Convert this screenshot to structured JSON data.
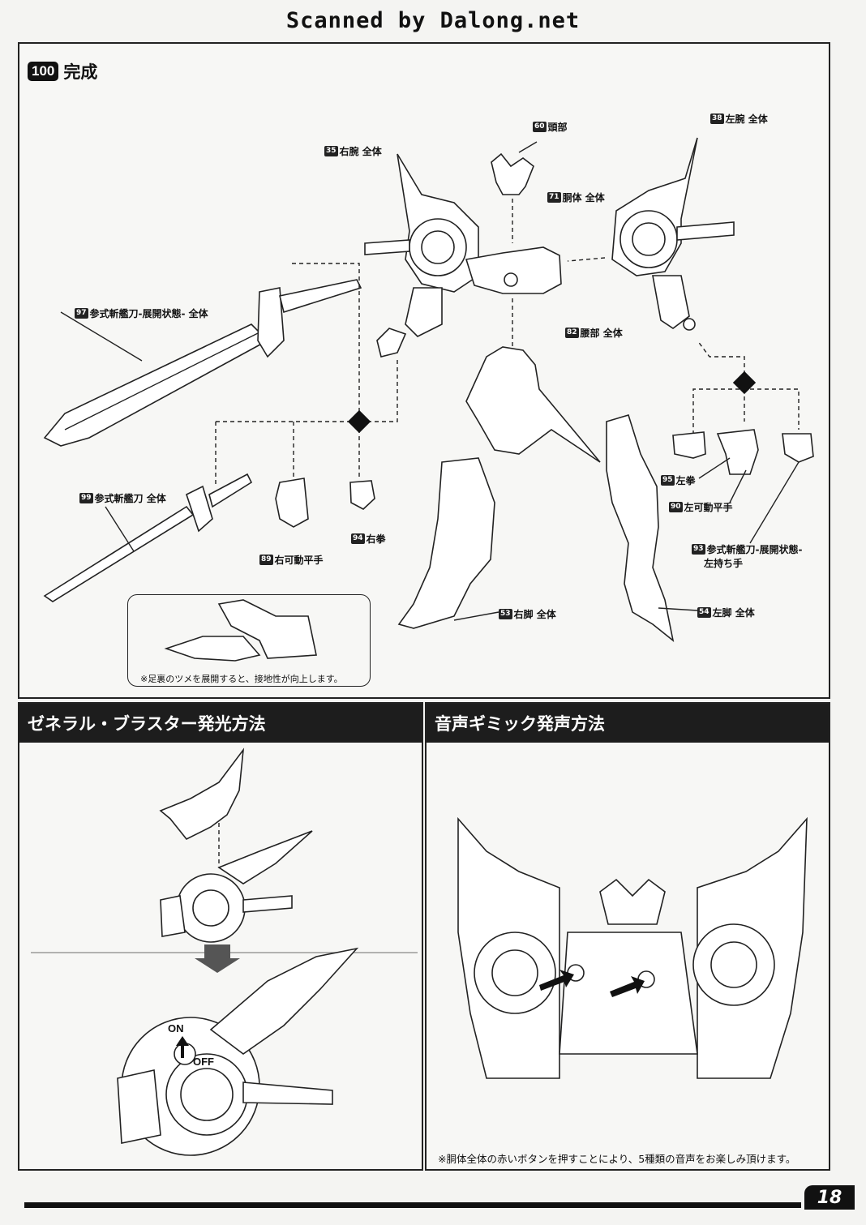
{
  "header": {
    "scanned_by": "Scanned by Dalong.net"
  },
  "step": {
    "number": "100",
    "title": "完成"
  },
  "labels": {
    "head": {
      "num": "60",
      "text": "頭部"
    },
    "left_arm": {
      "num": "38",
      "text": "左腕 全体"
    },
    "right_arm": {
      "num": "35",
      "text": "右腕 全体"
    },
    "torso": {
      "num": "71",
      "text": "胴体 全体"
    },
    "sword_expanded": {
      "num": "97",
      "text": "参式斬艦刀-展開状態- 全体"
    },
    "waist": {
      "num": "82",
      "text": "腰部 全体"
    },
    "sword": {
      "num": "99",
      "text": "参式斬艦刀 全体"
    },
    "right_fist": {
      "num": "94",
      "text": "右拳"
    },
    "right_open_hand": {
      "num": "89",
      "text": "右可動平手"
    },
    "left_fist": {
      "num": "95",
      "text": "左拳"
    },
    "left_open_hand": {
      "num": "90",
      "text": "左可動平手"
    },
    "left_sword_hand_1": {
      "num": "93",
      "text": "参式斬艦刀-展開状態-"
    },
    "left_sword_hand_2": "左持ち手",
    "right_leg": {
      "num": "53",
      "text": "右脚 全体"
    },
    "left_leg": {
      "num": "54",
      "text": "左脚 全体"
    }
  },
  "foot_note": "※足裏のツメを展開すると、接地性が向上します。",
  "panel_left": {
    "title": "ゼネラル・ブラスター発光方法",
    "on": "ON",
    "off": "OFF"
  },
  "panel_right": {
    "title": "音声ギミック発声方法",
    "note": "※胴体全体の赤いボタンを押すことにより、5種類の音声をお楽しみ頂けます。"
  },
  "page_number": "18"
}
